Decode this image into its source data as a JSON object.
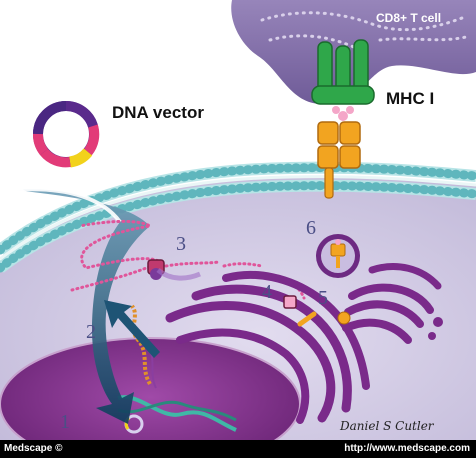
{
  "labels": {
    "dna_vector": "DNA vector",
    "t_cell": "CD8+ T cell",
    "mhc": "MHC I",
    "signature": "Daniel S Cutler"
  },
  "steps": [
    "1",
    "2",
    "3",
    "4",
    "5",
    "6"
  ],
  "footer": {
    "brand": "Medscape ©",
    "url": "http://www.medscape.com"
  },
  "colors": {
    "cytoplasm": "#cbc4df",
    "membrane_heads": "#8fd2d6",
    "tcell": "#8b76b0",
    "nucleus": "#7c2f86",
    "mhc_green": "#2fa74a",
    "mhc_orange": "#f2a420",
    "rna": "#e0559a",
    "arrow": "#1e5475"
  }
}
